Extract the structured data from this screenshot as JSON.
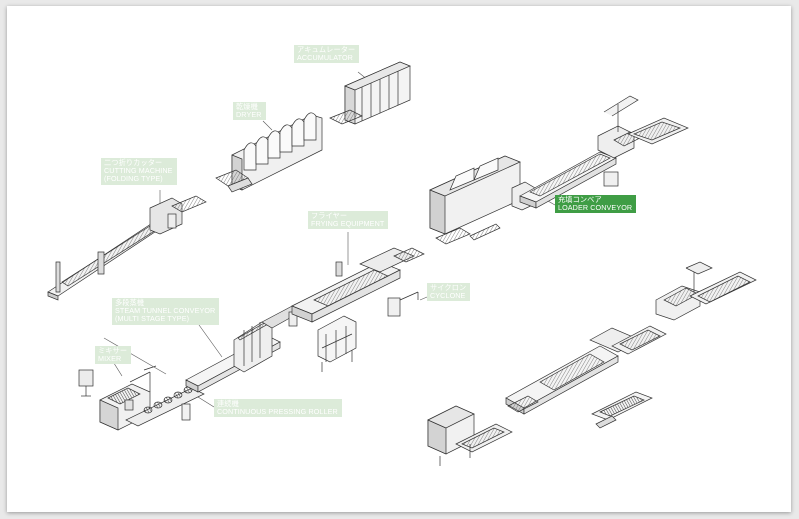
{
  "labels": {
    "accumulator": {
      "jp": "アキュムレーター",
      "en": "ACCUMULATOR",
      "active": false
    },
    "dryer": {
      "jp": "乾燥機",
      "en": "DRYER",
      "active": false
    },
    "cutting": {
      "jp": "二つ折りカッター",
      "en": "CUTTING MACHINE",
      "en2": "(FOLDING TYPE)",
      "active": false
    },
    "frying": {
      "jp": "フライヤー",
      "en": "FRYING EQUIPMENT",
      "active": false
    },
    "loader": {
      "jp": "充填コンベア",
      "en": "LOADER CONVEYOR",
      "active": true
    },
    "cyclone": {
      "jp": "サイクロン",
      "en": "CYCLONE",
      "active": false
    },
    "steam": {
      "jp": "多段蒸機",
      "en": "STEAM TUNNEL CONVEYOR",
      "en2": "(MULTI STAGE TYPE)",
      "active": false
    },
    "mixer": {
      "jp": "ミキサー",
      "en": "MIXER",
      "active": false
    },
    "roller": {
      "jp": "連続機",
      "en": "CONTINUOUS PRESSING ROLLER",
      "active": false
    }
  },
  "colors": {
    "label_bg": "#dcebd9",
    "label_active_bg": "#3f9d45",
    "label_text": "#ffffff",
    "line_art": "#333333",
    "page_bg": "#e9e9e9"
  }
}
